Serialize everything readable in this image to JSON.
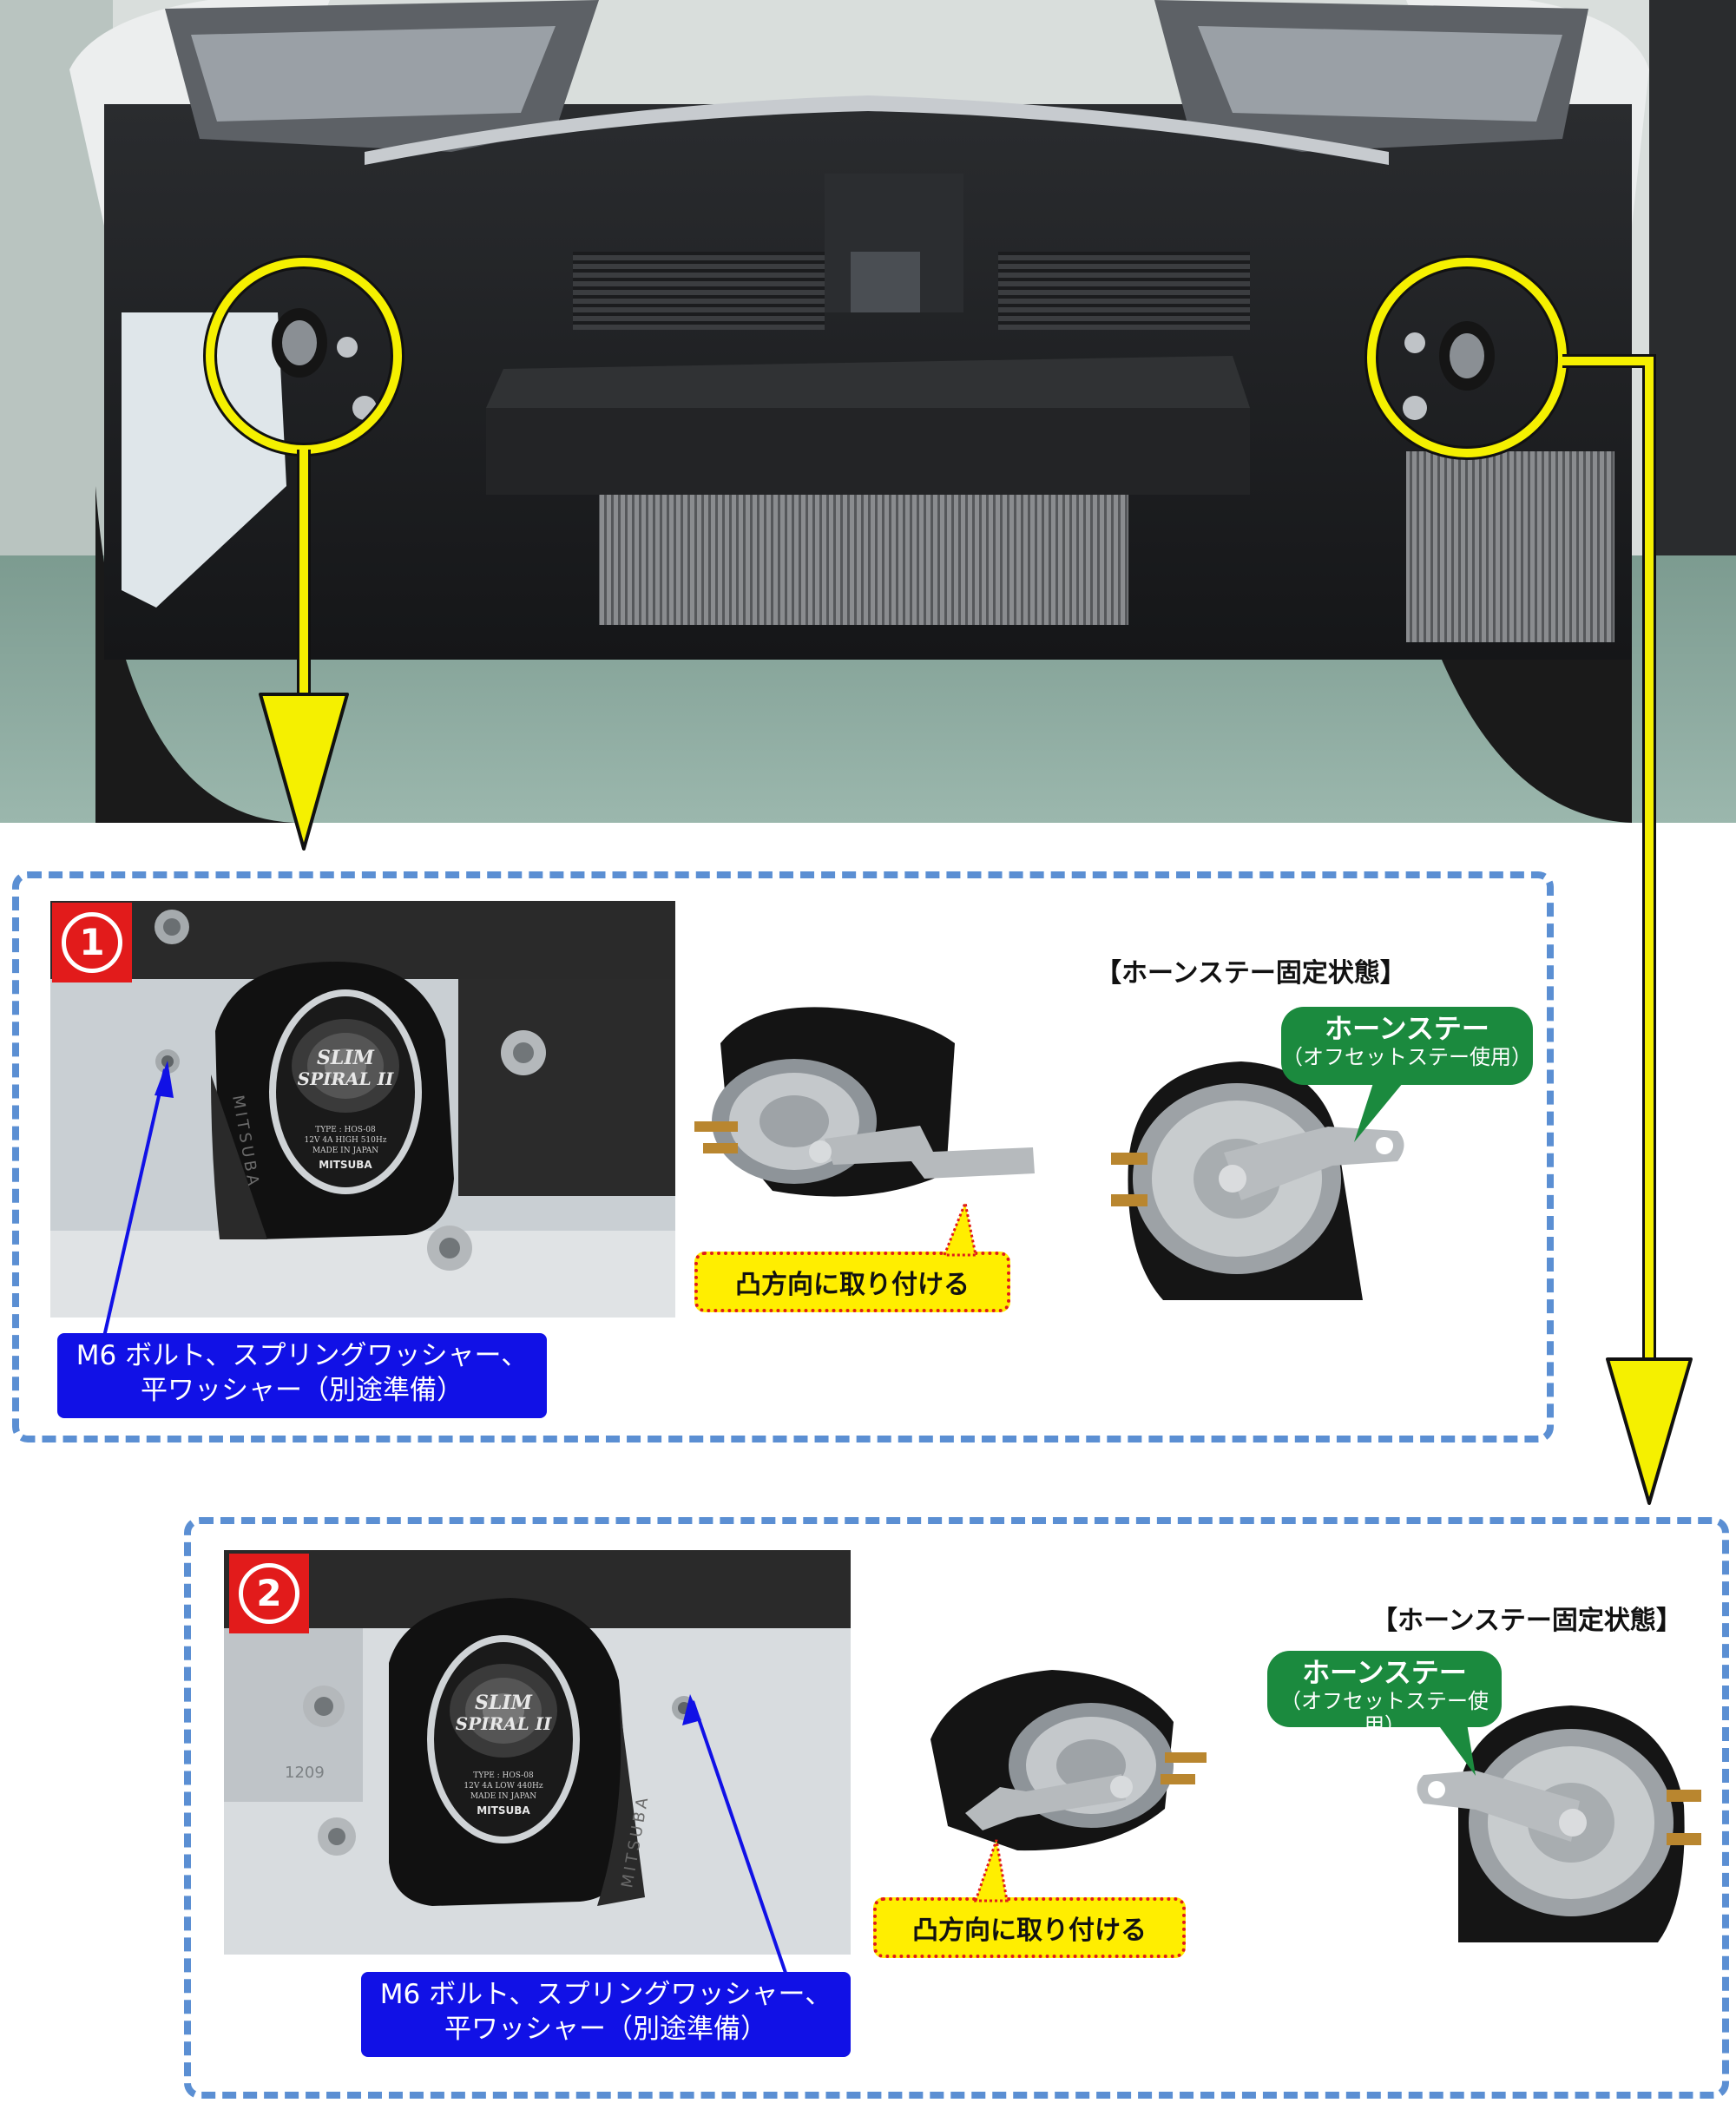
{
  "panel1": {
    "badge": "1",
    "bolt_label_line1": "M6 ボルト、スプリングワッシャー、",
    "bolt_label_line2": "平ワッシャー（別途準備）",
    "convex_label": "凸方向に取り付ける",
    "fixed_state_heading": "【ホーンステー固定状態】",
    "stay_label_line1": "ホーンステー",
    "stay_label_line2": "（オフセットステー使用）",
    "horn_brand_line1": "SLIM",
    "horn_brand_line2": "SPIRAL II",
    "horn_type": "TYPE : HOS-08",
    "horn_spec": "12V 4A HIGH 510Hz",
    "horn_origin": "MADE IN JAPAN",
    "horn_maker": "MITSUBA",
    "side_text": "MITSUBA"
  },
  "panel2": {
    "badge": "2",
    "bolt_label_line1": "M6 ボルト、スプリングワッシャー、",
    "bolt_label_line2": "平ワッシャー（別途準備）",
    "convex_label": "凸方向に取り付ける",
    "fixed_state_heading": "【ホーンステー固定状態】",
    "stay_label_line1": "ホーンステー",
    "stay_label_line2": "（オフセットステー使用）",
    "horn_brand_line1": "SLIM",
    "horn_brand_line2": "SPIRAL II",
    "horn_type": "TYPE : HOS-08",
    "horn_spec": "12V 4A LOW 440Hz",
    "horn_origin": "MADE IN JAPAN",
    "horn_maker": "MITSUBA",
    "side_text": "MITSUBA"
  },
  "colors": {
    "callout_circle": "#f5f000",
    "arrow": "#f5f000",
    "badge": "#e21b1b",
    "bolt_label": "#1111e6",
    "stay_label": "#1b8a3e",
    "panel_border": "#5b8fd3"
  }
}
